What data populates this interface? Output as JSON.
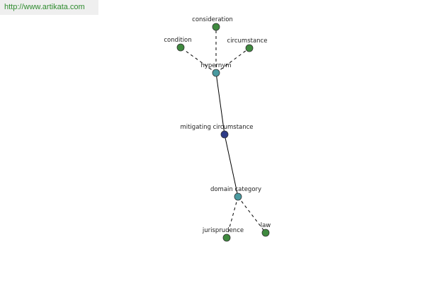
{
  "header": {
    "url": "http://www.artikata.com"
  },
  "colors": {
    "leaf": "#3f8a3f",
    "relation": "#4a9aa0",
    "center": "#2d3b86",
    "edge": "#000000"
  },
  "nodes": {
    "mitigating_circumstance": "mitigating circumstance",
    "hypernym": "hypernym",
    "consideration": "consideration",
    "condition": "condition",
    "circumstance": "circumstance",
    "domain_category": "domain category",
    "jurisprudence": "jurisprudence",
    "law": "law"
  }
}
